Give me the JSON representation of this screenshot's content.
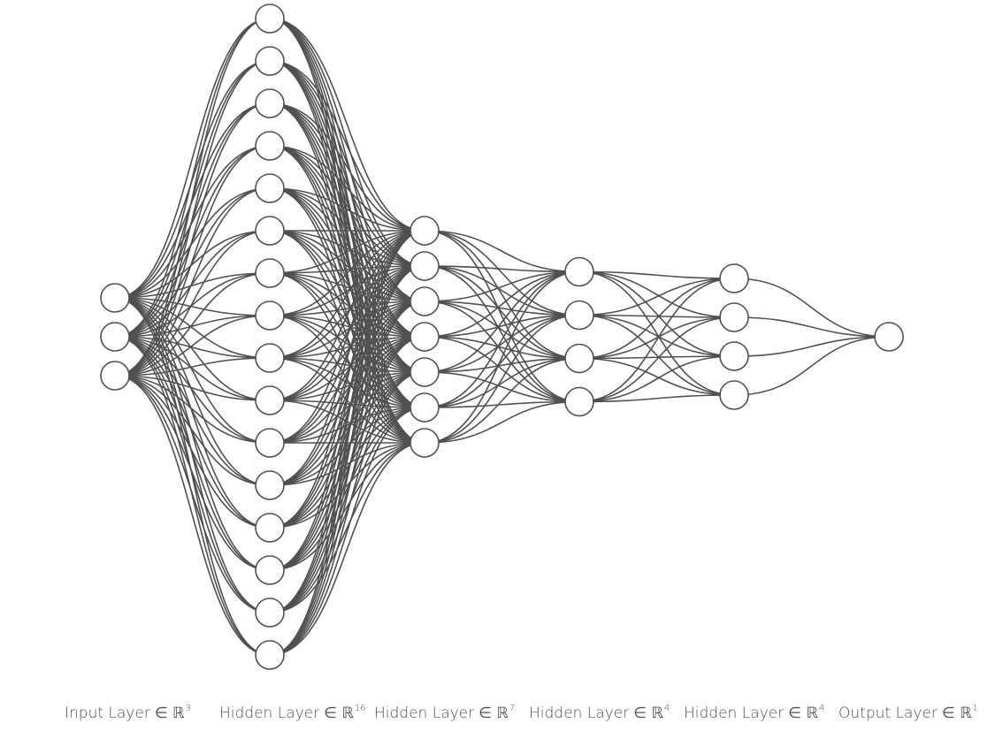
{
  "layers": [
    {
      "name": "Input Layer",
      "symbol": "∈ ℝ",
      "dim": "3",
      "units": 3
    },
    {
      "name": "Hidden Layer",
      "symbol": "∈ ℝ",
      "dim": "16",
      "units": 16
    },
    {
      "name": "Hidden Layer",
      "symbol": "∈ ℝ",
      "dim": "7",
      "units": 7
    },
    {
      "name": "Hidden Layer",
      "symbol": "∈ ℝ",
      "dim": "4",
      "units": 4
    },
    {
      "name": "Hidden Layer",
      "symbol": "∈ ℝ",
      "dim": "4",
      "units": 4
    },
    {
      "name": "Output Layer",
      "symbol": "∈ ℝ",
      "dim": "1",
      "units": 1
    }
  ],
  "colors": {
    "edge": "#505050",
    "node_stroke": "#505050",
    "node_fill": "#ffffff",
    "label": "#505050"
  }
}
